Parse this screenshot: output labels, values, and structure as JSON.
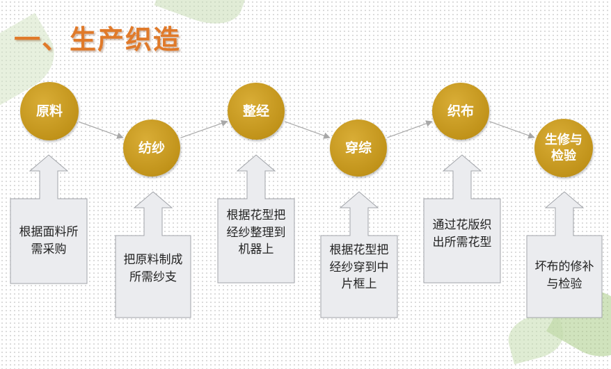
{
  "title": "一、生产织造",
  "colors": {
    "title": "#e07a2a",
    "circle": "#c69a22",
    "callout_fill": "#ebecef",
    "callout_stroke": "#a0a3a8",
    "connector": "#a8a8a8",
    "leaf": "#b9d39c"
  },
  "steps": [
    {
      "label": "原料",
      "desc": "根据面料所需采购"
    },
    {
      "label": "纺纱",
      "desc": "把原料制成所需纱支"
    },
    {
      "label": "整经",
      "desc": "根据花型把经纱整理到机器上"
    },
    {
      "label": "穿综",
      "desc": "根据花型把经纱穿到中片框上"
    },
    {
      "label": "织布",
      "desc": "通过花版织出所需花型"
    },
    {
      "label": "生修与检验",
      "desc": "坏布的修补与检验"
    }
  ]
}
